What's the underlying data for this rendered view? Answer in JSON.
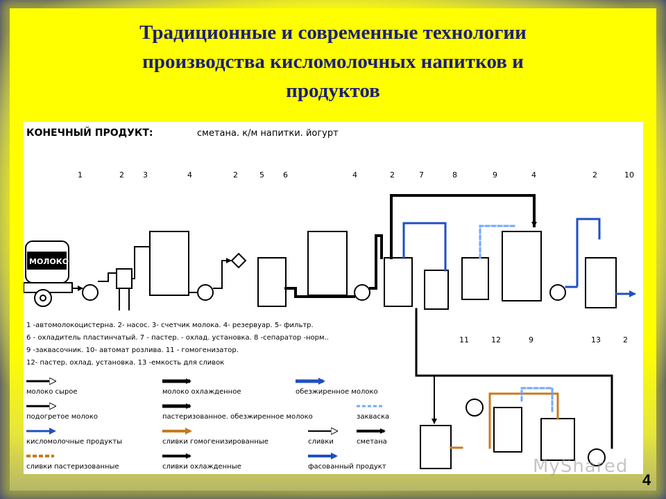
{
  "slide": {
    "title_lines": [
      "Традиционные и современные технологии",
      "производства кисломолочных напитков и",
      "продуктов"
    ],
    "page_number": "4",
    "watermark": "MyShared"
  },
  "diagram": {
    "header_label": "КОНЕЧНЫЙ ПРОДУКТ:",
    "header_value": "сметана. к/м напитки. йогурт",
    "tank_text": "МОЛОКО",
    "callouts": {
      "c1": "1",
      "c2a": "2",
      "c3": "3",
      "c4a": "4",
      "c2b": "2",
      "c5": "5",
      "c6": "6",
      "c4b": "4",
      "c2c": "2",
      "c7": "7",
      "c8": "8",
      "c9a": "9",
      "c4c": "4",
      "c2d": "2",
      "c10": "10",
      "c11": "11",
      "c12": "12",
      "c9b": "9",
      "c13": "13",
      "c2e": "2"
    },
    "description": [
      "1 -автомолокоцистерна. 2- насос. 3- счетчик молока. 4- резервуар. 5- фильтр.",
      "6 - охладитель пластинчатый. 7 - пастер. - охлад. установка. 8 -сепаратор -норм..",
      "9 -заквасочник.  10- автомат розлива. 11 - гомогенизатор.",
      "12- пастер. охлад. установка. 13 -емкость для сливок"
    ],
    "legend": [
      {
        "label": "молоко сырое",
        "color": "#ffffff",
        "dashed": false
      },
      {
        "label": "молоко охлажденное",
        "color": "#000000",
        "dashed": false
      },
      {
        "label": "обезжиренное молоко",
        "color": "#1e4fc2",
        "dashed": false
      },
      {
        "label": "подогретое молоко",
        "color": "#ffffff",
        "dashed": false
      },
      {
        "label": "пастеризованное. обезжиренное молоко",
        "color": "#000000",
        "dashed": false
      },
      {
        "label": "закваска",
        "color": "#6fa8ff",
        "dashed": true
      },
      {
        "label": "кисломолочные продукты",
        "color": "#1e4fc2",
        "dashed": false
      },
      {
        "label": "сливки гомогенизированные",
        "color": "#c87a1e",
        "dashed": false
      },
      {
        "label": "сливки",
        "color": "#ffffff",
        "dashed": false
      },
      {
        "label": "сметана",
        "color": "#000000",
        "dashed": false
      },
      {
        "label": "сливки пастеризованные",
        "color": "#c87a1e",
        "dashed": true
      },
      {
        "label": "сливки охлажденные",
        "color": "#000000",
        "dashed": false
      },
      {
        "label": "фасованный продукт",
        "color": "#1e4fc2",
        "dashed": false
      }
    ],
    "colors": {
      "blue": "#1e4fc2",
      "light_blue": "#6fa8ff",
      "brown": "#c87a1e",
      "ink": "#000000"
    }
  }
}
